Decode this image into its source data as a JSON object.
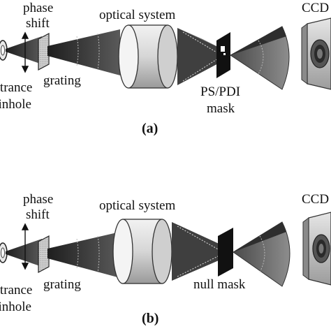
{
  "panel_a": {
    "phase_label": "phase",
    "shift_label": "shift",
    "optical_system_label": "optical system",
    "ccd_label": "CCD",
    "grating_label": "grating",
    "entrance_label": "entrance",
    "pinhole_label": "pinhole",
    "mask_line1": "PS/PDI",
    "mask_line2": "mask",
    "caption": "(a)"
  },
  "panel_b": {
    "phase_label": "phase",
    "shift_label": "shift",
    "optical_system_label": "optical system",
    "ccd_label": "CCD",
    "grating_label": "grating",
    "entrance_label": "entrance",
    "pinhole_label": "pinhole",
    "mask_label": "null mask",
    "caption": "(b)"
  },
  "colors": {
    "beam_dark": "#3a3a3a",
    "beam_light": "#8a8a8a",
    "lens_body": "#d9d9d9",
    "mask_black": "#111111",
    "camera_body": "#c8c8c8"
  }
}
